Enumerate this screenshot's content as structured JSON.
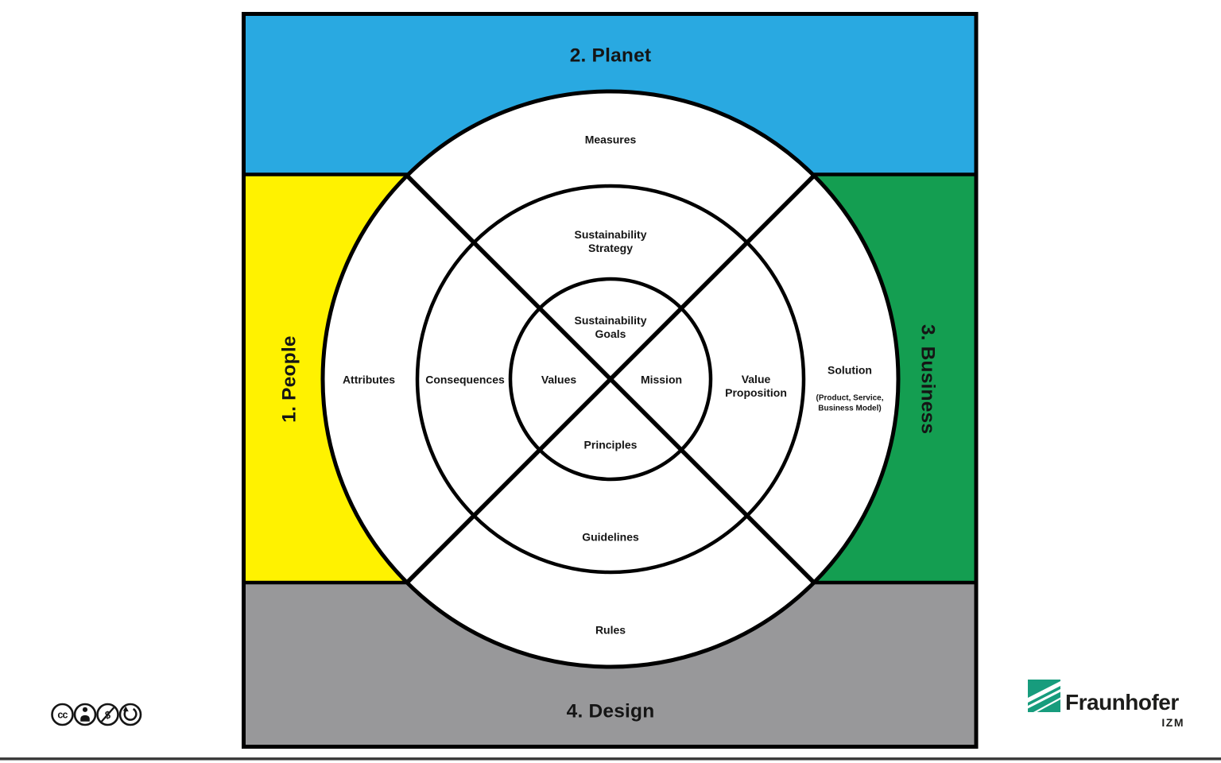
{
  "diagram": {
    "title_semantic": "Sustainability Compass",
    "stroke_color": "#000000",
    "text_color": "#151515"
  },
  "quadrants": {
    "people": {
      "label": "1. People",
      "color": "#FFF200"
    },
    "planet": {
      "label": "2. Planet",
      "color": "#29A9E1"
    },
    "business": {
      "label": "3. Business",
      "color": "#149E51"
    },
    "design": {
      "label": "4. Design",
      "color": "#98989A"
    }
  },
  "rings": {
    "outer": {
      "top": "Measures",
      "left": "Attributes",
      "right_title": "Solution",
      "right_subtitle": "(Product, Service,\nBusiness Model)",
      "bottom": "Rules"
    },
    "middle": {
      "top": "Sustainability\nStrategy",
      "left": "Consequences",
      "right": "Value\nProposition",
      "bottom": "Guidelines"
    },
    "inner": {
      "top": "Sustainability\nGoals",
      "left": "Values",
      "right": "Mission",
      "bottom": "Principles"
    }
  },
  "footer": {
    "license": {
      "cc_glyph": "cc",
      "nc_glyph": "$",
      "icons": [
        "cc",
        "attribution-person",
        "non-commercial-dollar",
        "share-alike-arrow"
      ]
    },
    "logo_text": "Fraunhofer",
    "logo_sub": "IZM",
    "logo_color": "#179C7D",
    "logo_text_color": "#1D1D1B"
  }
}
